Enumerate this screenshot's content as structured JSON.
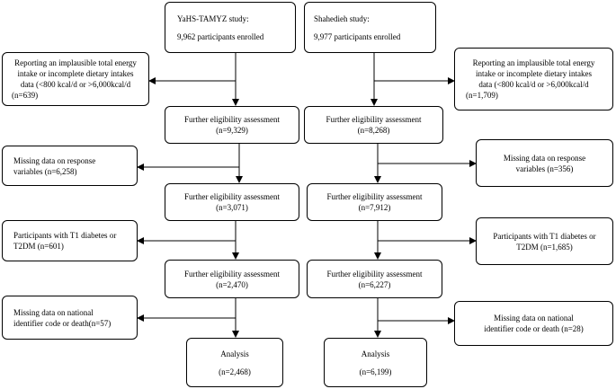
{
  "studies": {
    "left": {
      "name": "YaHS-TAMYZ study:",
      "enrolled": "9,962 participants enrolled",
      "exclusion_energy": {
        "line1": "Reporting an implausible total energy",
        "line2": "intake or incomplete dietary intakes",
        "line3": "data (<800 kcal/d or >6,000kcal/d",
        "line4": "(n=639)"
      },
      "step1": {
        "label": "Further eligibility assessment",
        "n": "(n=9,329)"
      },
      "exclusion_response": {
        "line1": "Missing data on response",
        "line2": "variables (n=6,258)"
      },
      "step2": {
        "label": "Further eligibility assessment",
        "n": "(n=3,071)"
      },
      "exclusion_diabetes": {
        "line1": "Participants with T1 diabetes or",
        "line2": "T2DM (n=601)"
      },
      "step3": {
        "label": "Further eligibility assessment",
        "n": "(n=2,470)"
      },
      "exclusion_national": {
        "line1": "Missing data on national",
        "line2": "identifier code or death(n=57)"
      },
      "analysis": {
        "label": "Analysis",
        "n": "(n=2,468)"
      }
    },
    "right": {
      "name": "Shahedieh study:",
      "enrolled": "9,977 participants enrolled",
      "exclusion_energy": {
        "line1": "Reporting an implausible total energy",
        "line2": "intake or incomplete dietary intakes",
        "line3": "data (<800 kcal/d or >6,000kcal/d",
        "line4": "(n=1,709)"
      },
      "step1": {
        "label": "Further eligibility assessment",
        "n": "(n=8,268)"
      },
      "exclusion_response": {
        "line1": "Missing data on response",
        "line2": "variables (n=356)"
      },
      "step2": {
        "label": "Further eligibility assessment",
        "n": "(n=7,912)"
      },
      "exclusion_diabetes": {
        "line1": "Participants with T1 diabetes or",
        "line2": "T2DM (n=1,685)"
      },
      "step3": {
        "label": "Further eligibility assessment",
        "n": "(n=6,227)"
      },
      "exclusion_national": {
        "line1": "Missing data on national",
        "line2": "identifier code or death (n=28)"
      },
      "analysis": {
        "label": "Analysis",
        "n": "(n=6,199)"
      }
    }
  }
}
